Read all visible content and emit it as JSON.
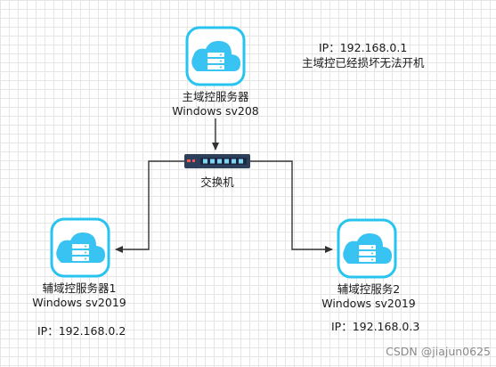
{
  "nodes": {
    "primary": {
      "name": "主域控服务器",
      "os": "Windows sv208"
    },
    "switch": {
      "name": "交换机"
    },
    "secondary1": {
      "name": "辅域控服务器1",
      "os": "Windows sv2019"
    },
    "secondary2": {
      "name": "辅域控服务2",
      "os": "Windows sv2019"
    }
  },
  "annotations": {
    "primary_ip": "IP：192.168.0.1",
    "primary_status": "主域控已经损坏无法开机",
    "secondary1_ip": "IP：192.168.0.2",
    "secondary2_ip": "IP：192.168.0.3"
  },
  "watermark": "CSDN @jiajun0625",
  "colors": {
    "icon_border": "#27c4f0",
    "cloud": "#38c3f2",
    "line": "#333333",
    "switch_body": "#2e3f5c",
    "switch_port": "#7fd3f5"
  },
  "icons": {
    "server": "cloud-server-icon",
    "switch": "network-switch-icon"
  }
}
